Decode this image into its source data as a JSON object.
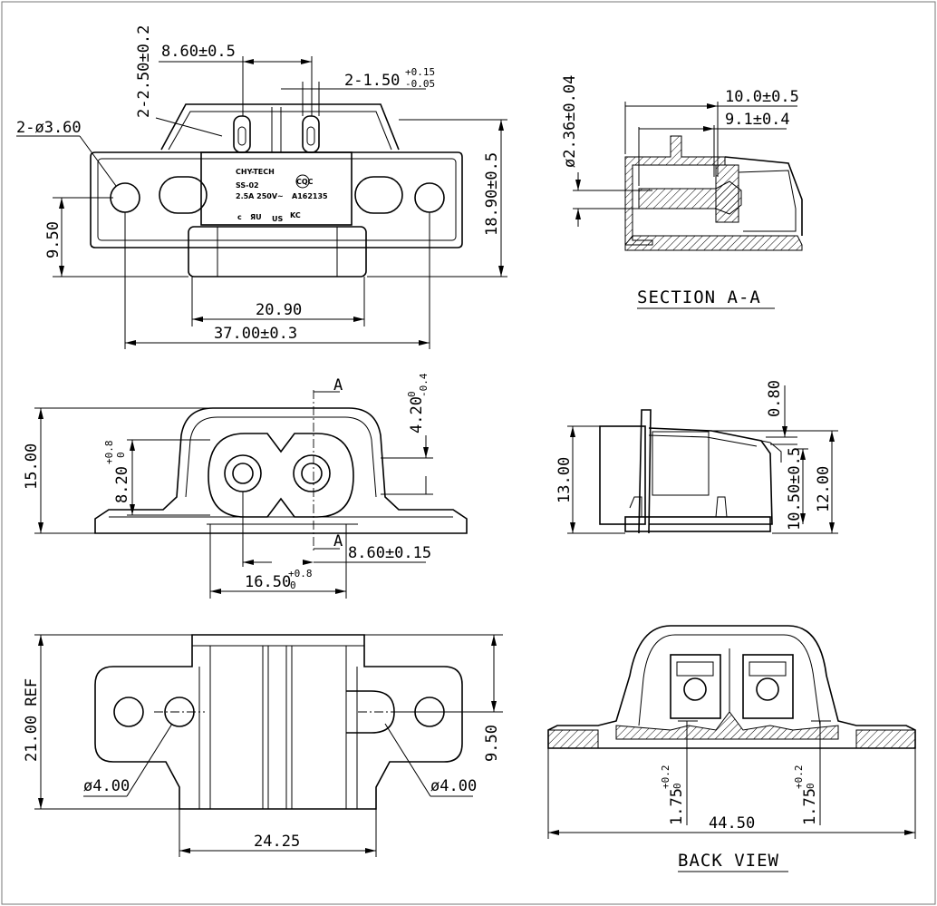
{
  "top_view": {
    "dims": {
      "pitch_top": "8.60±0.5",
      "slot_width": "2-2.50±0.2",
      "slot_thk_main": "2-1.50",
      "slot_thk_plus": "+0.15",
      "slot_thk_minus": "-0.05",
      "hole_dia": "2-ø3.60",
      "height_total": "18.90±0.5",
      "hole_height": "9.50",
      "body_width": "20.90",
      "mount_width": "37.00±0.3"
    },
    "markings": {
      "brand": "CHY-TECH",
      "model": "SS-02",
      "rating": "2.5A 250V~",
      "cert_no": "A162135",
      "ul_c": "c",
      "ul_us": "US",
      "cqc": "CQC",
      "ce": "KC"
    }
  },
  "section_aa": {
    "title": "SECTION A-A",
    "dims": {
      "pin_dia": "ø2.36±0.04",
      "len_outer": "10.0±0.5",
      "len_inner": "9.1±0.4"
    }
  },
  "front_view": {
    "section_mark": "A",
    "dims": {
      "height": "15.00",
      "face_main": "8.20",
      "face_tol_plus": "+0.8",
      "face_tol_zero": "0",
      "depth_main": "4.20",
      "depth_tol_zero": "0",
      "depth_tol_minus": "-0.4",
      "pitch": "8.60±0.15",
      "width_main": "16.50",
      "width_tol_plus": "+0.8",
      "width_tol_zero": "0"
    }
  },
  "side_view": {
    "dims": {
      "d080": "0.80",
      "d1300": "13.00",
      "d1050": "10.50±0.5",
      "d1200": "12.00"
    }
  },
  "bottom_view": {
    "dims": {
      "ref_len": "21.00 REF",
      "hole_h": "9.50",
      "hole_left": "ø4.00",
      "hole_right": "ø4.00",
      "width": "24.25"
    }
  },
  "back_view": {
    "title": "BACK VIEW",
    "dims": {
      "width": "44.50",
      "left_main": "1.75",
      "left_plus": "+0.2",
      "left_zero": "0",
      "right_main": "1.75",
      "right_plus": "+0.2",
      "right_zero": "0"
    }
  }
}
